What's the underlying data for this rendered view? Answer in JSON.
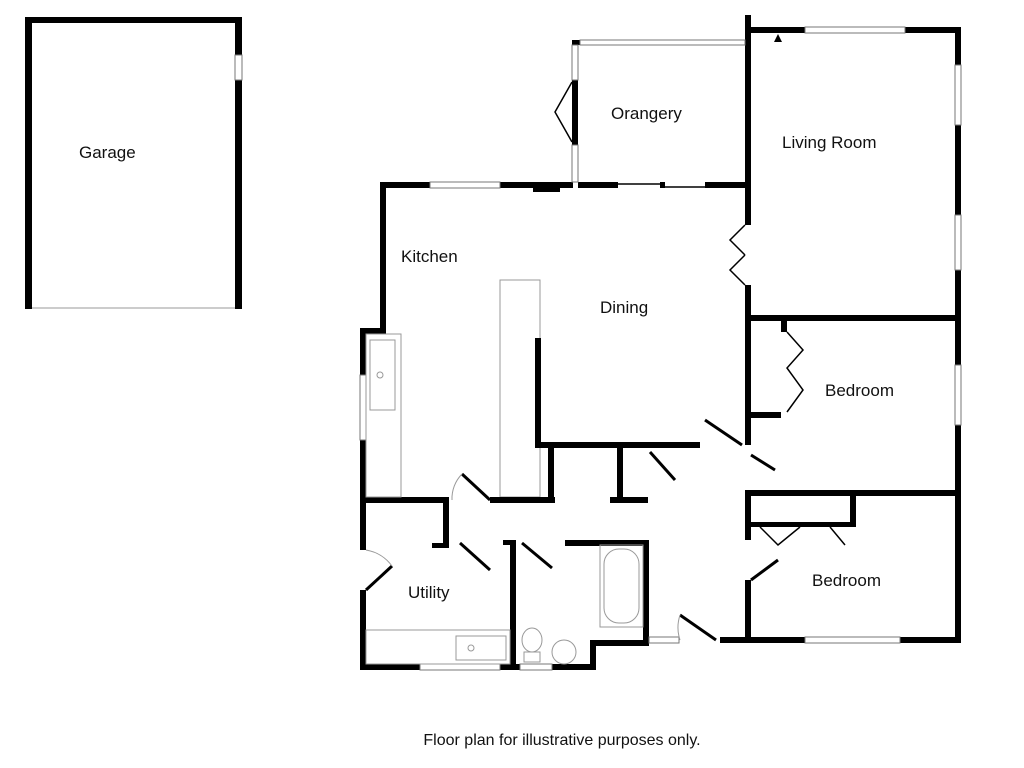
{
  "rooms": {
    "garage": "Garage",
    "orangery": "Orangery",
    "living_room": "Living Room",
    "kitchen": "Kitchen",
    "dining": "Dining",
    "bedroom_1": "Bedroom",
    "bedroom_2": "Bedroom",
    "utility": "Utility"
  },
  "caption": "Floor plan for illustrative purposes only."
}
